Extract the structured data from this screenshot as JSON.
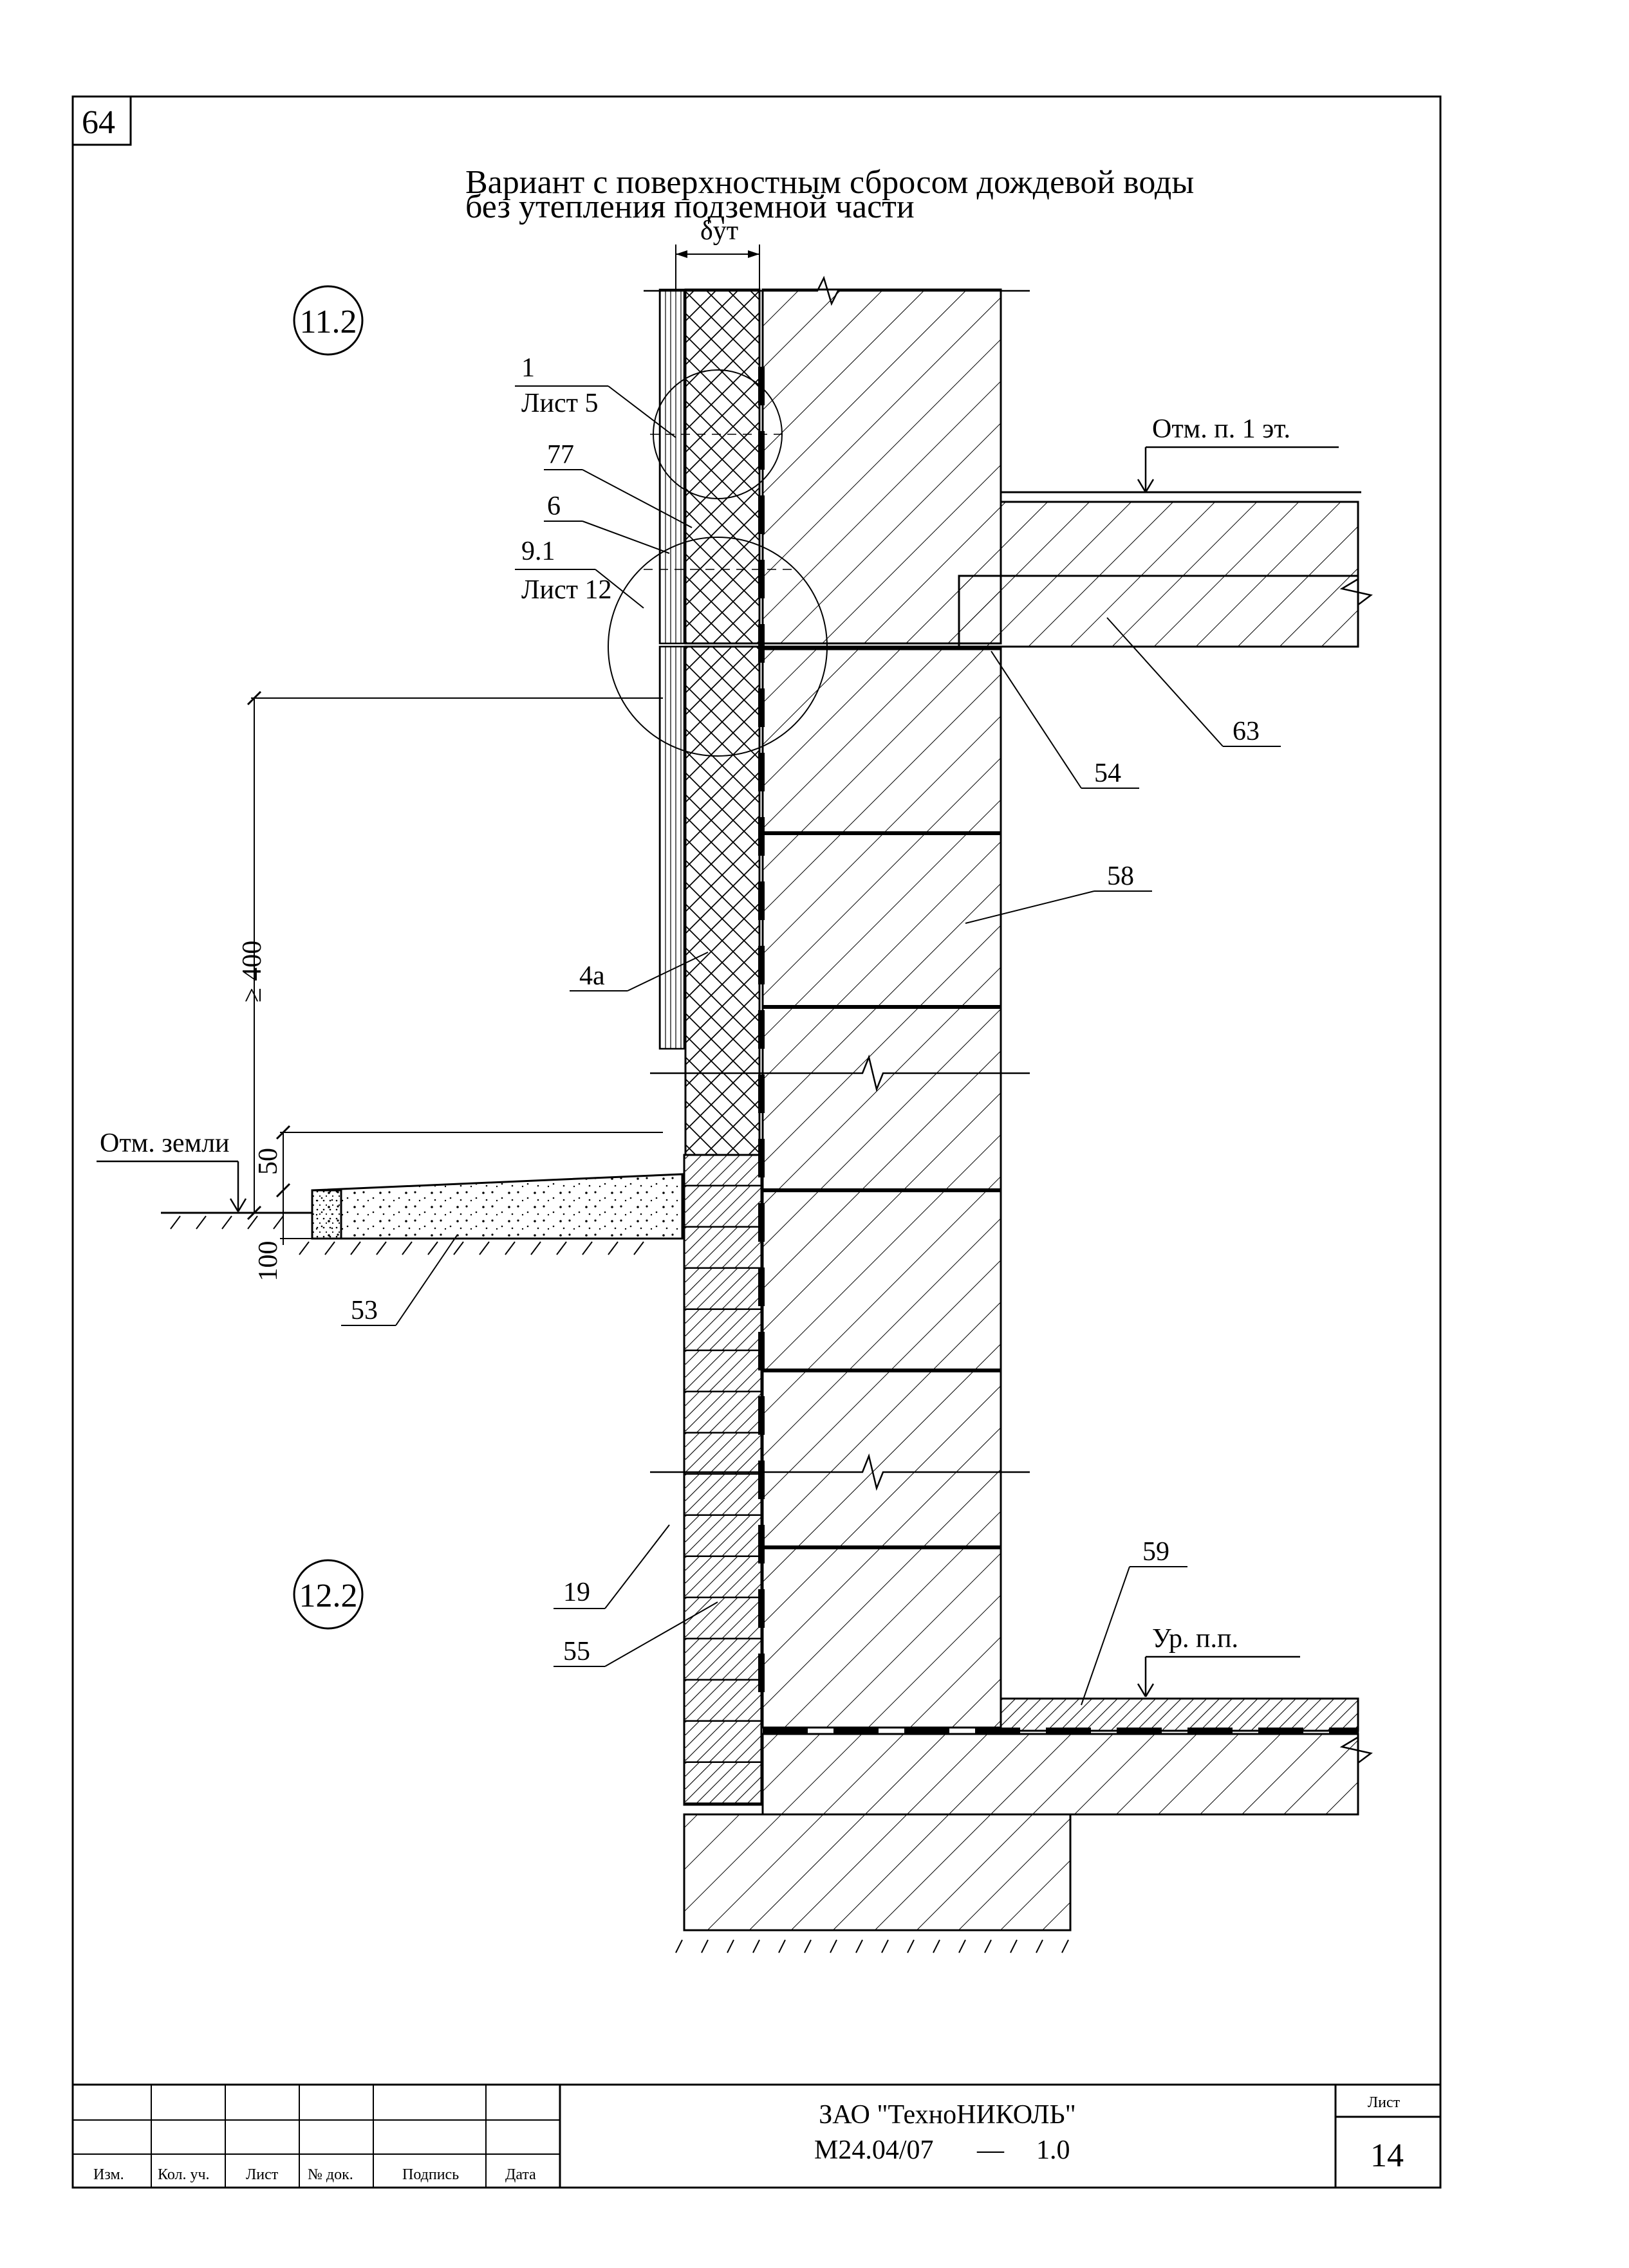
{
  "page_number": "64",
  "title": {
    "line1": "Вариант с поверхностным сбросом дождевой воды",
    "line2": "без утепления подземной части"
  },
  "delta_label": "δут",
  "nodes": {
    "upper": "11.2",
    "lower": "12.2"
  },
  "refs": {
    "r1_num": "1",
    "r1_sheet": "Лист 5",
    "r77": "77",
    "r6": "6",
    "r91_num": "9.1",
    "r91_sheet": "Лист 12",
    "r63": "63",
    "r54": "54",
    "r58": "58",
    "r4a": "4а",
    "r53": "53",
    "r19": "19",
    "r55": "55",
    "r59": "59"
  },
  "levels": {
    "floor1": "Отм. п. 1 эт.",
    "ground": "Отм. земли",
    "floor_level": "Ур. п.п."
  },
  "dims": {
    "d400": "≥ 400",
    "d50": "50",
    "d100": "100"
  },
  "title_block": {
    "col_izm": "Изм.",
    "col_kol": "Кол. уч.",
    "col_list": "Лист",
    "col_ndok": "№ док.",
    "col_podpis": "Подпись",
    "col_data": "Дата",
    "company": "ЗАО \"ТехноНИКОЛЬ\"",
    "doc_code": "М24.04/07",
    "dash": "—",
    "revision": "1.0",
    "sheet_label": "Лист",
    "sheet_number": "14"
  }
}
